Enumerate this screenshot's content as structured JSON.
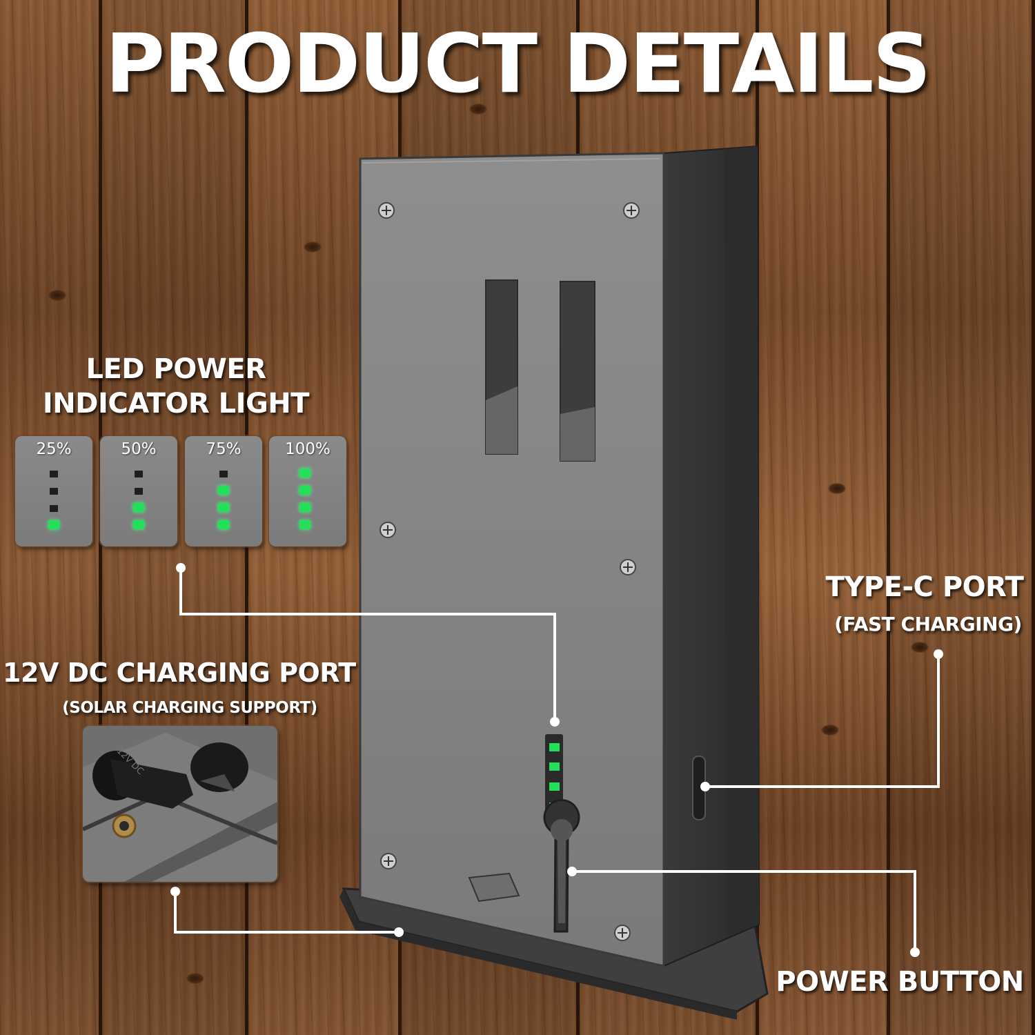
{
  "title": "PRODUCT DETAILS",
  "led_section": {
    "title_line1": "LED POWER",
    "title_line2": "INDICATOR LIGHT",
    "levels": [
      {
        "label": "25%",
        "lit": 1
      },
      {
        "label": "50%",
        "lit": 2
      },
      {
        "label": "75%",
        "lit": 3
      },
      {
        "label": "100%",
        "lit": 4
      }
    ]
  },
  "dc_port": {
    "title": "12V DC CHARGING PORT",
    "subtitle": "(SOLAR CHARGING SUPPORT)",
    "cap_text": "12V DC"
  },
  "type_c": {
    "title": "TYPE-C PORT",
    "subtitle": "(FAST CHARGING)"
  },
  "power_button": {
    "title": "POWER BUTTON"
  },
  "colors": {
    "led_on": "#22e05a",
    "device_front": "#858585",
    "callout_line": "#ffffff"
  }
}
